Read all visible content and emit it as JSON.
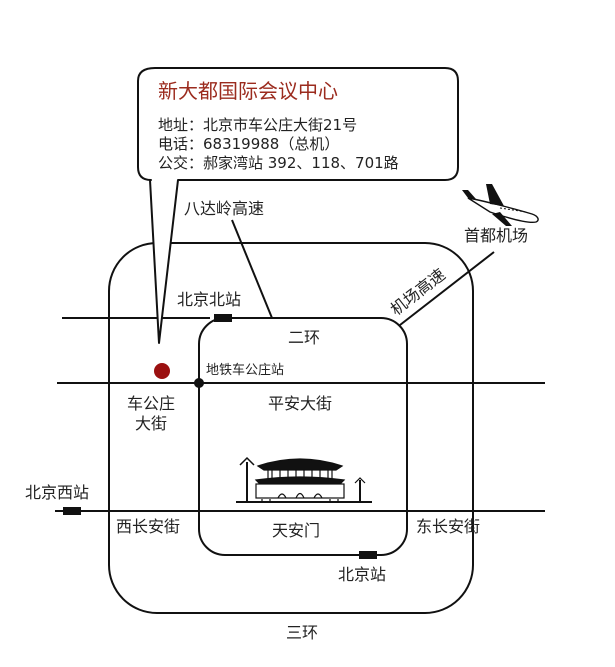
{
  "callout": {
    "title": "新大都国际会议中心",
    "address": "地址：北京市车公庄大街21号",
    "phone": "电话：68319988（总机）",
    "bus": "公交：郝家湾站 392、118、701路"
  },
  "labels": {
    "badaling": "八达岭高速",
    "airport": "首都机场",
    "airport_expressway": "机场高速",
    "beijing_north_station": "北京北站",
    "second_ring": "二环",
    "subway_chegongzhuang": "地铁车公庄站",
    "chegongzhuang_street_1": "车公庄",
    "chegongzhuang_street_2": "大街",
    "pinganli_street": "平安大街",
    "beijing_west_station": "北京西站",
    "west_changan": "西长安街",
    "tiananmen": "天安门",
    "east_changan": "东长安街",
    "beijing_station": "北京站",
    "third_ring": "三环"
  },
  "colors": {
    "marker": "#9b1010",
    "title": "#9b2b1e",
    "lines": "#111111"
  },
  "icons": [
    "airplane-icon",
    "tiananmen-gate-icon",
    "location-marker-icon"
  ]
}
